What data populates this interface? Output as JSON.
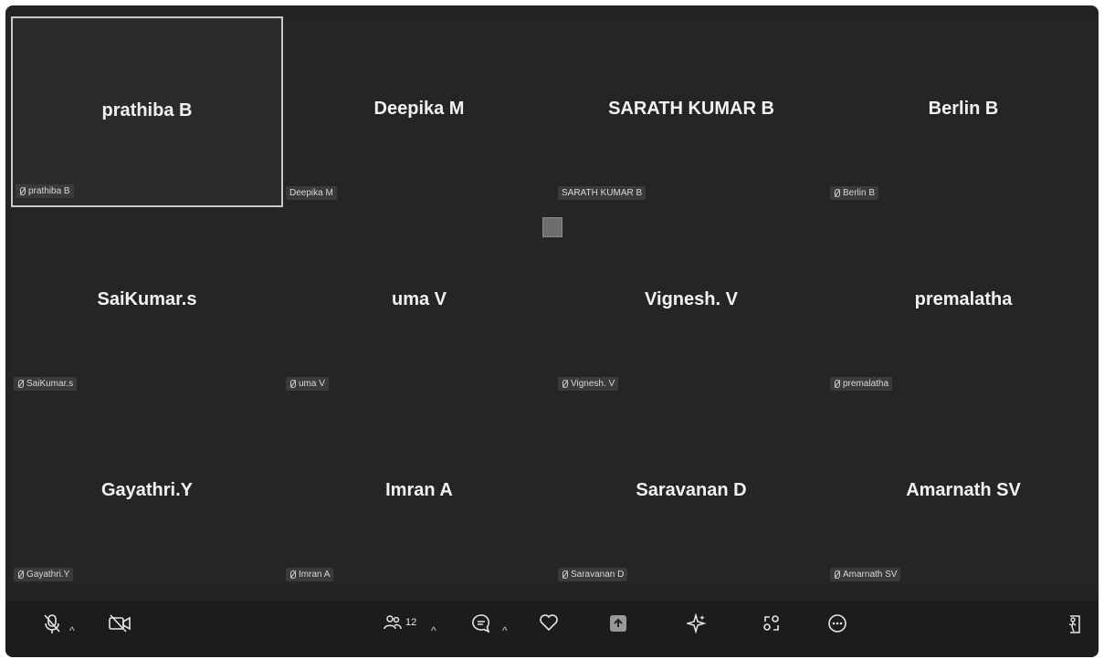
{
  "participants": [
    {
      "display_name": "prathiba B",
      "tag": "prathiba B",
      "muted": true,
      "active": true
    },
    {
      "display_name": "Deepika M",
      "tag": "Deepika M",
      "muted": false,
      "active": false
    },
    {
      "display_name": "SARATH KUMAR B",
      "tag": "SARATH KUMAR B",
      "muted": false,
      "active": false
    },
    {
      "display_name": "Berlin B",
      "tag": "Berlin B",
      "muted": true,
      "active": false
    },
    {
      "display_name": "SaiKumar.s",
      "tag": "SaiKumar.s",
      "muted": true,
      "active": false
    },
    {
      "display_name": "uma V",
      "tag": "uma V",
      "muted": true,
      "active": false
    },
    {
      "display_name": "Vignesh. V",
      "tag": "Vignesh. V",
      "muted": true,
      "active": false
    },
    {
      "display_name": "premalatha",
      "tag": "premalatha",
      "muted": true,
      "active": false
    },
    {
      "display_name": "Gayathri.Y",
      "tag": "Gayathri.Y",
      "muted": true,
      "active": false
    },
    {
      "display_name": "Imran A",
      "tag": "Imran A",
      "muted": true,
      "active": false
    },
    {
      "display_name": "Saravanan D",
      "tag": "Saravanan D",
      "muted": true,
      "active": false
    },
    {
      "display_name": "Amarnath  SV",
      "tag": "Amarnath  SV",
      "muted": true,
      "active": false
    }
  ],
  "toolbar": {
    "participant_count": "12",
    "icons": [
      "mic-icon",
      "camera-off-icon",
      "participants-icon",
      "chat-icon",
      "heart-icon",
      "share-icon",
      "sparkle-icon",
      "apps-icon",
      "more-icon",
      "leave-icon"
    ]
  }
}
